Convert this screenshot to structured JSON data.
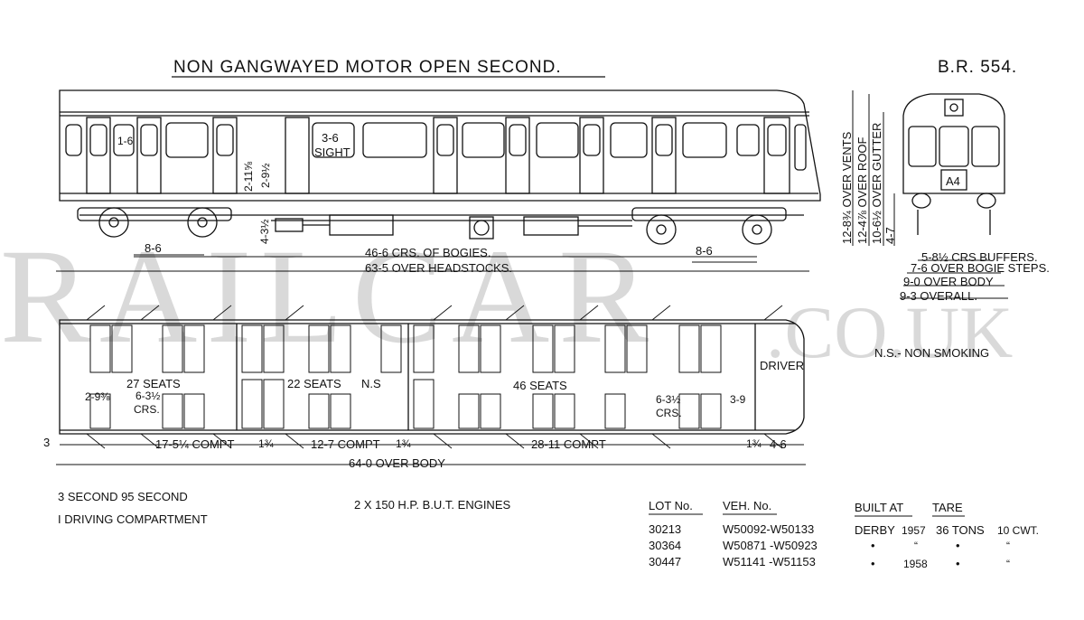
{
  "title": "NON GANGWAYED MOTOR OPEN SECOND.",
  "diagram_no": "B.R. 554.",
  "watermark": {
    "main": "RAILCAR",
    "suffix": ".CO.UK"
  },
  "side_elevation": {
    "window_label_left": "1-6",
    "window_label_sight": "3-6",
    "sight_word": "SIGHT",
    "dim_window_height": "2-11⅝",
    "dim_window_lower": "2-9½",
    "dim_floor_height": "4-3½",
    "dim_bogie_wheelbase_left": "8-6",
    "dim_bogie_wheelbase_right": "8-6",
    "dim_bogie_centres": "46-6 CRS. OF BOGIES.",
    "dim_headstocks": "63-5 OVER HEADSTOCKS."
  },
  "end_elevation": {
    "headcode": "A4",
    "height_vents": "12-8¾ OVER VENTS",
    "height_roof": "12-4⅞ OVER ROOF",
    "height_gutter": "10-6½ OVER GUTTER",
    "height_floor": "4-7",
    "width_buffers": "5-8½ CRS BUFFERS.",
    "width_bogie_steps": "7-6 OVER BOGIE STEPS.",
    "width_body": "9-0 OVER BODY",
    "width_overall": "9-3 OVERALL."
  },
  "plan": {
    "seats_1": "27 SEATS",
    "seats_2": "22 SEATS",
    "ns_mark": "N.S",
    "seats_3": "46 SEATS",
    "driver": "DRIVER",
    "dim_2_9": "2-9⅜",
    "dim_6_3a": "6-3½",
    "crs_a": "CRS.",
    "dim_6_3b": "6-3½",
    "crs_b": "CRS.",
    "dim_3_9": "3-9",
    "end_3": "3",
    "compt_1": "17-5¼ COMPT",
    "gap_1": "1¾",
    "compt_2": "12-7 COMPT",
    "gap_2": "1¾",
    "compt_3": "28-11 COMPT",
    "gap_3": "1¾",
    "dim_4_6": "4-6",
    "over_body": "64-0 OVER BODY"
  },
  "legend": {
    "non_smoking": "N.S.- NON SMOKING"
  },
  "accommodation": [
    "3 SECOND 95 SECOND",
    "I DRIVING COMPARTMENT"
  ],
  "engines": "2 X 150 H.P. B.U.T. ENGINES",
  "lot_table": {
    "headers": {
      "lot": "LOT No.",
      "veh": "VEH. No.",
      "built": "BUILT AT",
      "tare": "TARE"
    },
    "rows": [
      {
        "lot": "30213",
        "veh": "W50092-W50133",
        "built": "DERBY",
        "year": "1957",
        "tons": "36 TONS",
        "cwt": "10 CWT."
      },
      {
        "lot": "30364",
        "veh": "W50871 -W50923",
        "built": "•",
        "year": "“",
        "tons": "•",
        "cwt": "“"
      },
      {
        "lot": "30447",
        "veh": "W51141 -W51153",
        "built": "•",
        "year": "1958",
        "tons": "•",
        "cwt": "“"
      }
    ]
  }
}
